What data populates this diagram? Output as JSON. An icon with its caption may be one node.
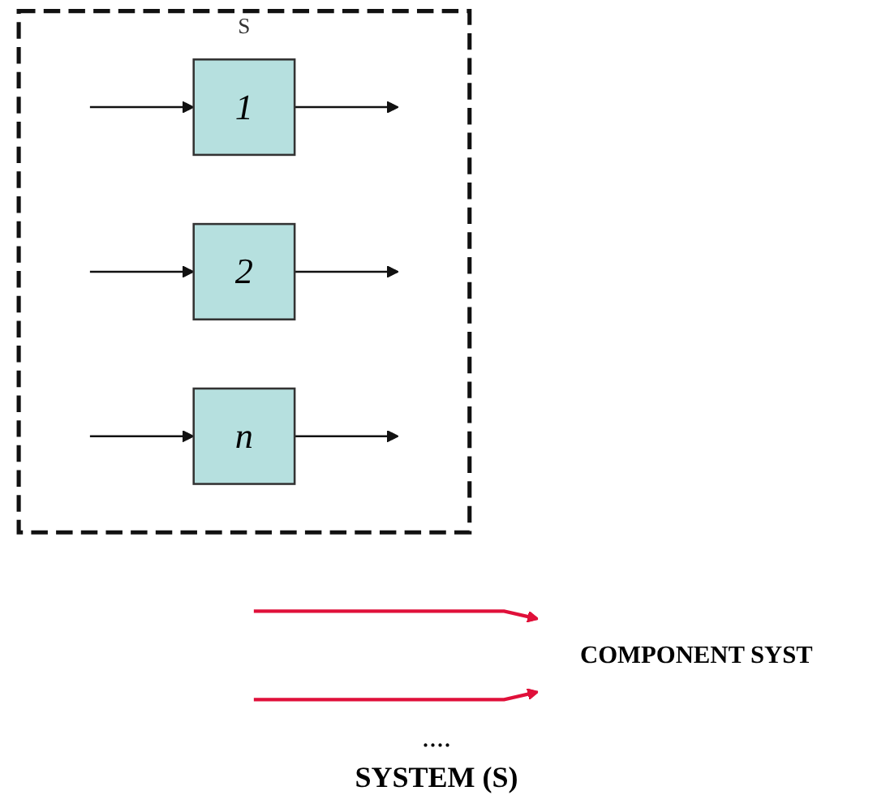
{
  "diagram": {
    "caption": "SYSTEM (S)",
    "nodes": [
      {
        "text": [
          "S"
        ]
      },
      {
        "text": [
          "1"
        ],
        "in": 0
      },
      {
        "text": [
          "2"
        ],
        "in": 0
      },
      {
        "text": [
          "n"
        ],
        "in": 0
      },
      {
        "text": [
          "COMPONENT SYST"
        ]
      }
    ],
    "edges": [
      {
        "from": null,
        "to": 1,
        "arrow": "to"
      },
      {
        "from": null,
        "to": 2,
        "arrow": "to"
      },
      {
        "from": null,
        "to": 3,
        "arrow": "to"
      },
      {
        "from": 1,
        "to": null,
        "arrow": "to"
      },
      {
        "from": 2,
        "to": null,
        "arrow": "to"
      },
      {
        "from": 3,
        "to": null,
        "arrow": "to"
      },
      {
        "from": null,
        "to": 4,
        "arrow": "to",
        "color": "#e0103a"
      },
      {
        "from": null,
        "to": 4,
        "arrow": "to",
        "color": "#e0103a"
      }
    ],
    "labels": [
      "...."
    ]
  }
}
